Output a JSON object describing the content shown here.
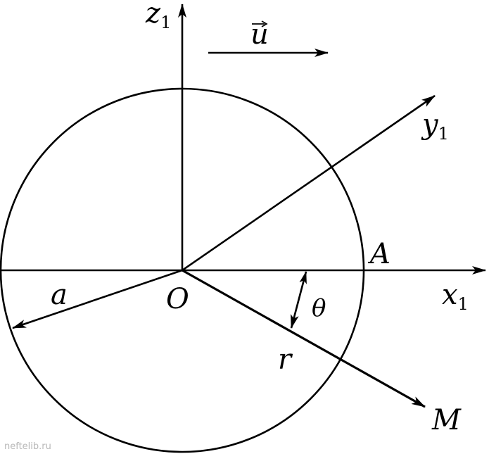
{
  "labels": {
    "z_axis": "z",
    "z_sub": "1",
    "y_axis": "y",
    "y_sub": "1",
    "x_axis": "x",
    "x_sub": "1",
    "velocity": "u",
    "origin": "O",
    "point_a": "A",
    "radius_a": "a",
    "radius_r": "r",
    "angle": "θ",
    "point_m": "M"
  },
  "watermark": "neftelib.ru",
  "colors": {
    "ink": "#000000",
    "background": "#ffffff",
    "watermark": "#b8b8b8"
  }
}
